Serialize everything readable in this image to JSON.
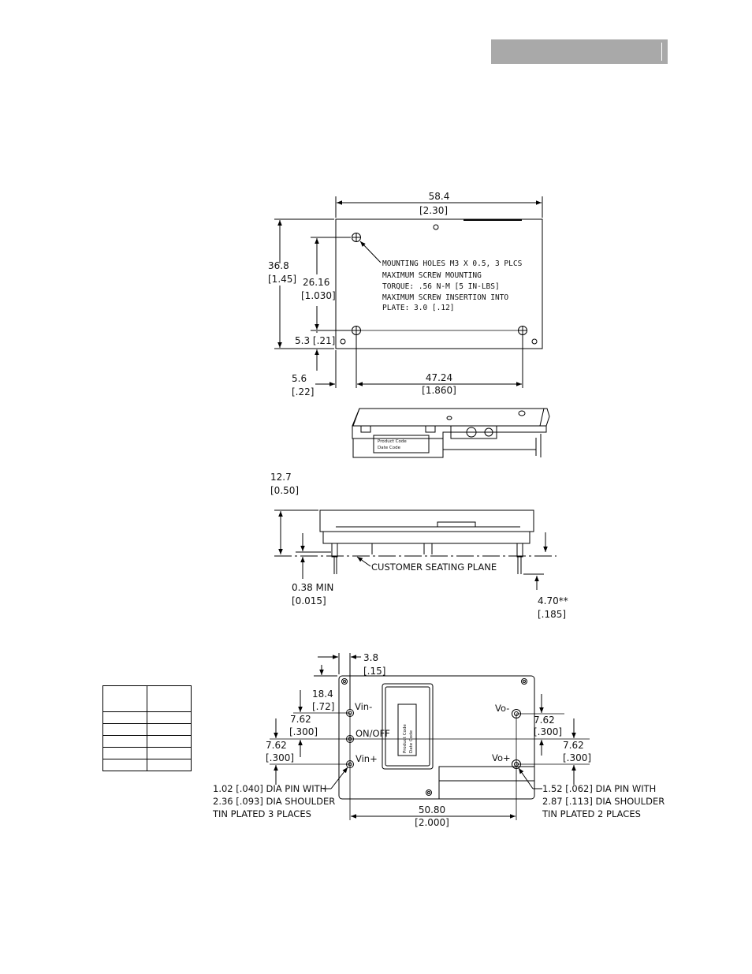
{
  "header": {
    "title": ""
  },
  "top_view": {
    "width_mm": "58.4",
    "width_in": "[2.30]",
    "height_mm": "36.8",
    "height_in": "[1.45]",
    "hole_v_mm": "26.16",
    "hole_v_in": "[1.030]",
    "hole_edge": "5.3 [.21]",
    "hole_left_mm": "5.6",
    "hole_left_in": "[.22]",
    "hole_span_mm": "47.24",
    "hole_span_in": "[1.860]",
    "notes": [
      "MOUNTING HOLES M3 X 0.5, 3 PLCS",
      "MAXIMUM SCREW MOUNTING",
      "TORQUE: .56 N-M [5 IN-LBS]",
      "MAXIMUM SCREW INSERTION INTO",
      "PLATE: 3.0 [.12]"
    ]
  },
  "iso_view": {
    "label_line1": "Product Code",
    "label_line2": "Date Code"
  },
  "side_view": {
    "height_mm": "12.7",
    "height_in": "[0.50]",
    "min_mm": "0.38 MIN",
    "min_in": "[0.015]",
    "pin_mm": "4.70**",
    "pin_in": "[.185]",
    "seating_plane": "CUSTOMER SEATING PLANE"
  },
  "bottom_view": {
    "edge_mm": "3.8",
    "edge_in": "[.15]",
    "top_mm": "18.4",
    "top_in": "[.72]",
    "pitch_mm": "7.62",
    "pitch_in": "[.300]",
    "span_mm": "50.80",
    "span_in": "[2.000]",
    "pins": {
      "vin_minus": "Vin-",
      "on_off": "ON/OFF",
      "vin_plus": "Vin+",
      "vo_minus": "Vo-",
      "vo_plus": "Vo+"
    },
    "left_callout": [
      "1.02 [.040] DIA PIN WITH",
      "2.36 [.093] DIA SHOULDER",
      "TIN PLATED 3 PLACES"
    ],
    "right_callout": [
      "1.52 [.062] DIA PIN WITH",
      "2.87 [.113] DIA SHOULDER",
      "TIN PLATED 2 PLACES"
    ],
    "label_line1": "Product Code",
    "label_line2": "Date Code"
  },
  "pin_table": {
    "rows": 5
  }
}
